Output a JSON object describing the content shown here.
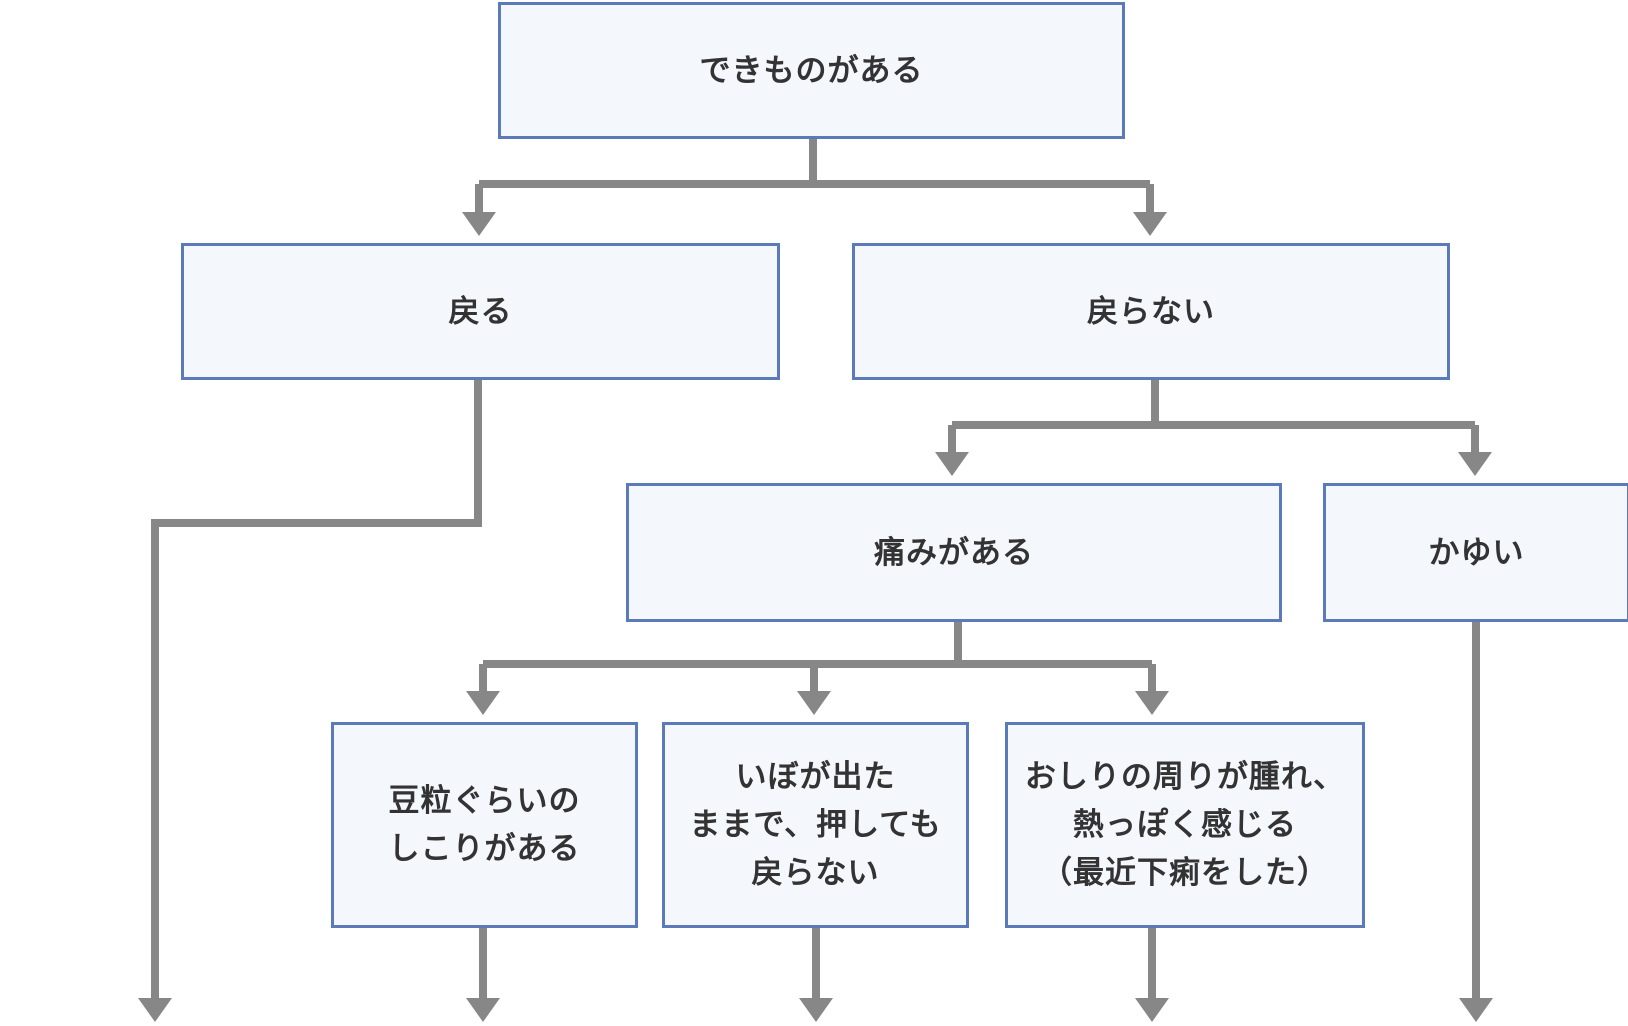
{
  "colors": {
    "node_fill": "#f4f7fc",
    "node_border": "#5a7ab9",
    "connector": "#878787",
    "text": "#333333"
  },
  "nodes": {
    "root": {
      "lines": [
        "できものがある"
      ]
    },
    "returns": {
      "lines": [
        "戻る"
      ]
    },
    "not_returns": {
      "lines": [
        "戻らない"
      ]
    },
    "painful": {
      "lines": [
        "痛みがある"
      ]
    },
    "itchy": {
      "lines": [
        "かゆい"
      ]
    },
    "lump": {
      "lines": [
        "豆粒ぐらいの",
        "しこりがある"
      ]
    },
    "wart": {
      "lines": [
        "いぼが出た",
        "ままで、押しても",
        "戻らない"
      ]
    },
    "swollen": {
      "lines": [
        "おしりの周りが腫れ、",
        "熱っぽく感じる",
        "（最近下痢をした）"
      ]
    }
  },
  "edges": [
    {
      "from": "root",
      "to": "returns"
    },
    {
      "from": "root",
      "to": "not_returns"
    },
    {
      "from": "not_returns",
      "to": "painful"
    },
    {
      "from": "not_returns",
      "to": "itchy"
    },
    {
      "from": "painful",
      "to": "lump"
    },
    {
      "from": "painful",
      "to": "wart"
    },
    {
      "from": "painful",
      "to": "swollen"
    },
    {
      "from": "returns",
      "to": "bottom"
    },
    {
      "from": "lump",
      "to": "bottom"
    },
    {
      "from": "wart",
      "to": "bottom"
    },
    {
      "from": "swollen",
      "to": "bottom"
    },
    {
      "from": "itchy",
      "to": "bottom"
    }
  ]
}
